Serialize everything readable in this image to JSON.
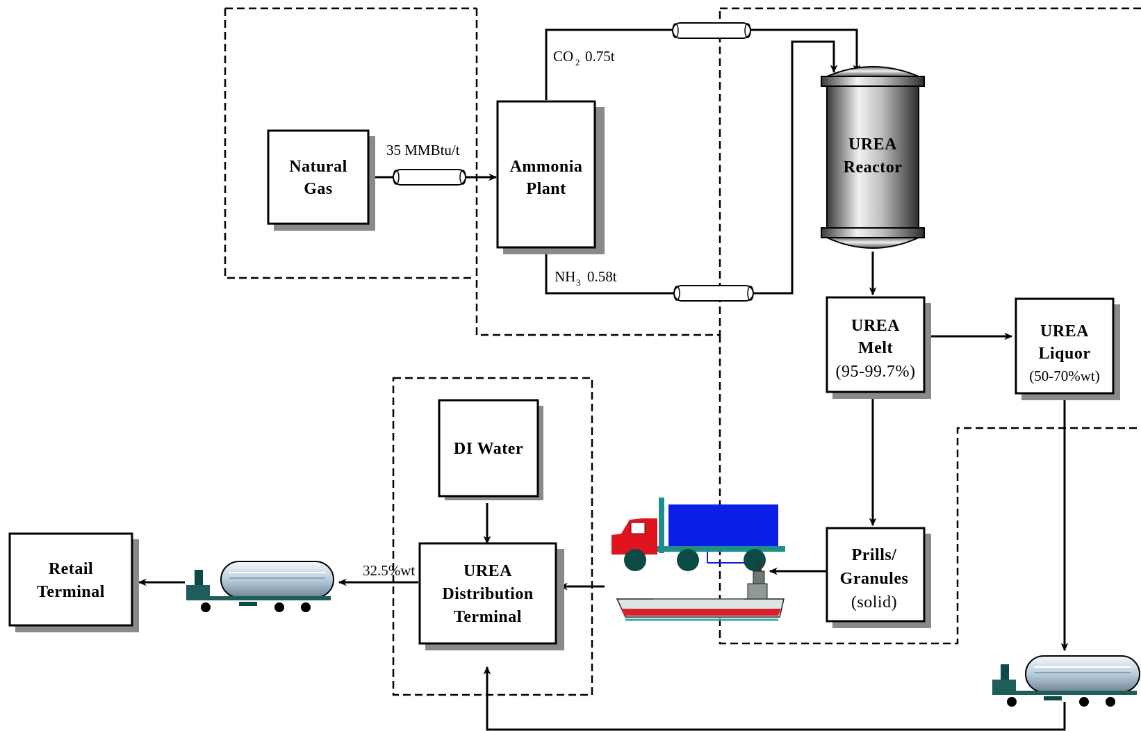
{
  "nodes": {
    "natural_gas": [
      "Natural",
      "Gas"
    ],
    "ammonia_plant": [
      "Ammonia",
      "Plant"
    ],
    "urea_reactor": [
      "UREA",
      "Reactor"
    ],
    "urea_melt": [
      "UREA",
      "Melt",
      "(95-99.7%)"
    ],
    "urea_liquor": [
      "UREA",
      "Liquor",
      "(50-70%wt)"
    ],
    "prills": [
      "Prills/",
      "Granules",
      "(solid)"
    ],
    "di_water": "DI Water",
    "distribution": [
      "UREA",
      "Distribution",
      "Terminal"
    ],
    "retail": [
      "Retail",
      "Terminal"
    ]
  },
  "flows": {
    "energy": "35 MMBtu/t",
    "co2": {
      "formula": "CO",
      "subscript": "2",
      "amount": "0.75t"
    },
    "nh3": {
      "formula": "NH",
      "subscript": "3",
      "amount": "0.58t"
    },
    "concentration": "32.5%wt"
  },
  "colors": {
    "truck_cab": "#e0141e",
    "truck_trailer": "#0a1ee6",
    "truck_frame": "#1d8f8a",
    "tanker_body": "#c9dae6",
    "ship_hull": "#d8202a",
    "ship_deck": "#dde5e2",
    "shadow": "#8a8a8a"
  },
  "icons": [
    "pipe-icon",
    "reactor-vessel-icon",
    "flatbed-truck-icon",
    "cargo-ship-icon",
    "tanker-truck-icon"
  ]
}
